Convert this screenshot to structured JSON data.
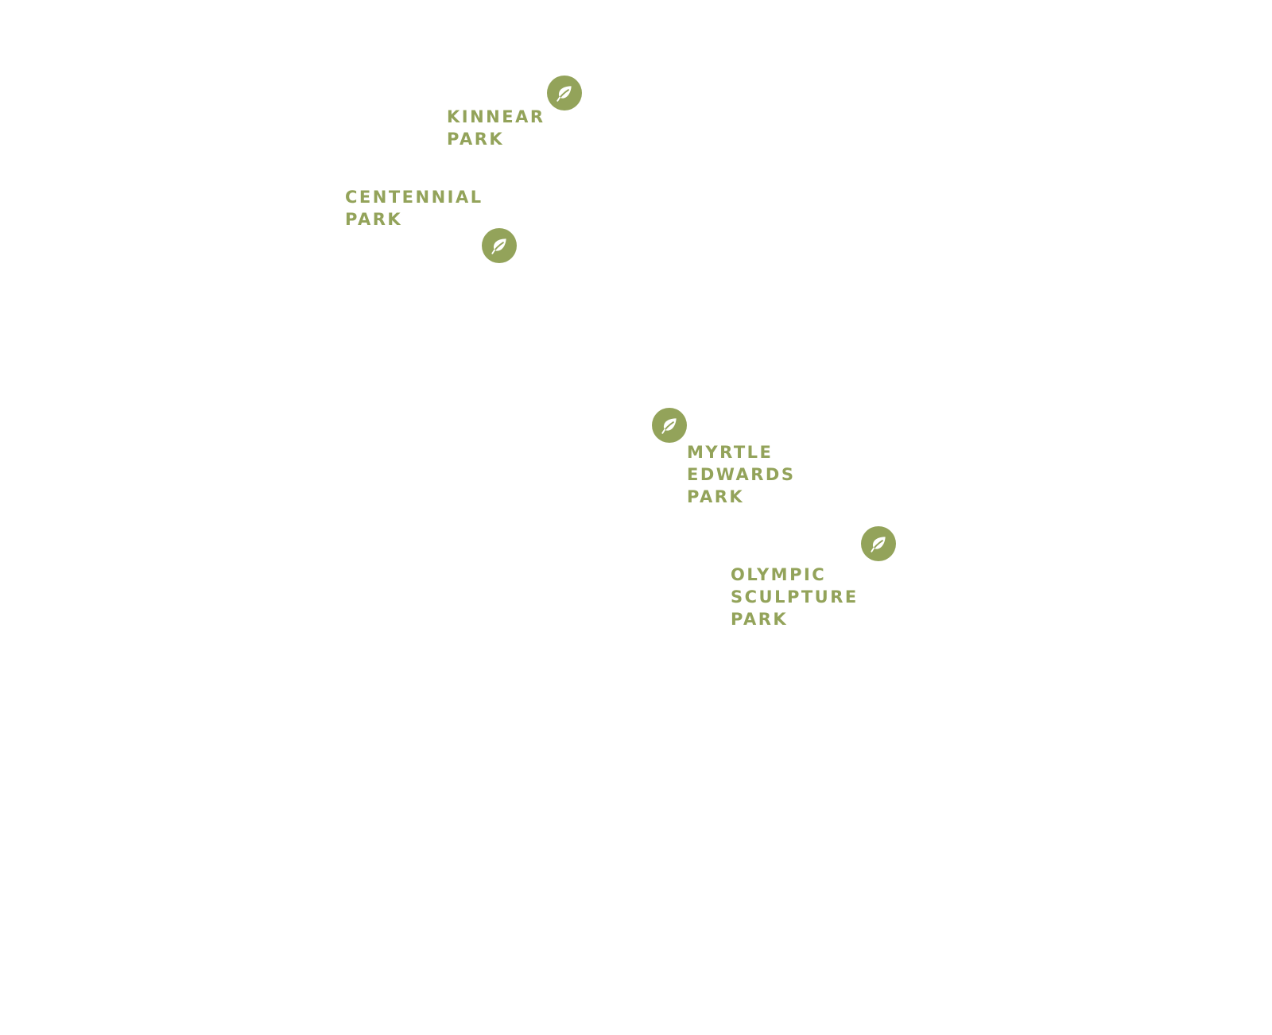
{
  "colors": {
    "accent": "#93a35a",
    "icon_fg": "#ffffff",
    "background": "#ffffff"
  },
  "places": [
    {
      "icon": "leaf-icon",
      "lines": [
        "KINNEAR",
        "PARK"
      ]
    },
    {
      "icon": "leaf-icon",
      "lines": [
        "CENTENNIAL",
        "PARK"
      ]
    },
    {
      "icon": "leaf-icon",
      "lines": [
        "MYRTLE",
        "EDWARDS",
        "PARK"
      ]
    },
    {
      "icon": "leaf-icon",
      "lines": [
        "OLYMPIC",
        "SCULPTURE",
        "PARK"
      ]
    }
  ]
}
